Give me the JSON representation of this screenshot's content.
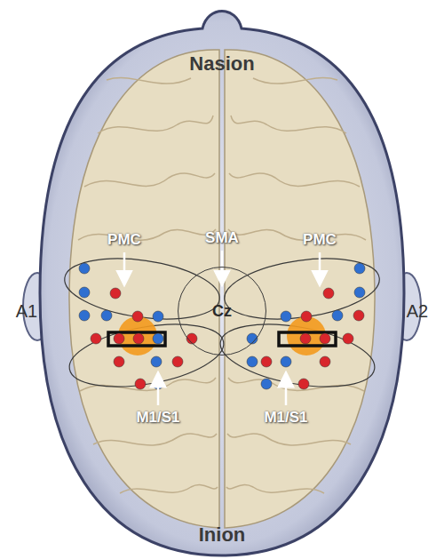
{
  "diagram": {
    "nodes": [
      {
        "text": [
          "Cz"
        ]
      }
    ],
    "labels": [
      "Nasion",
      "PMC",
      "SMA",
      "PMC",
      "A1",
      "A2",
      "M1/S1",
      "M1/S1",
      "Inion"
    ]
  }
}
